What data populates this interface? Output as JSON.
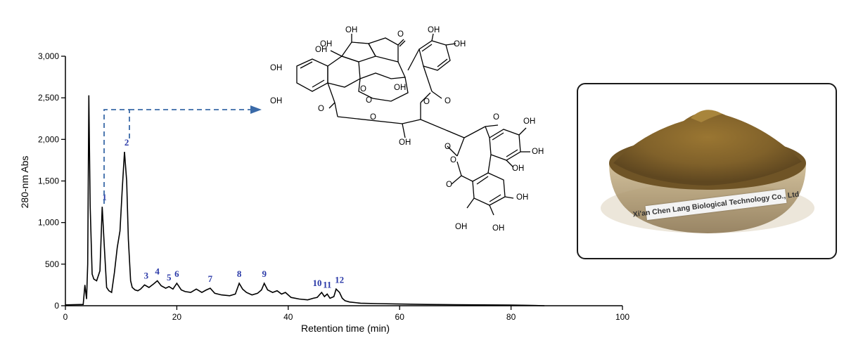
{
  "chart_data": {
    "type": "line",
    "title": "",
    "xlabel": "Retention time (min)",
    "ylabel": "280-nm Abs",
    "xlim": [
      0,
      100
    ],
    "ylim": [
      0,
      3000
    ],
    "xticks": [
      "0",
      "20",
      "40",
      "60",
      "80",
      "100"
    ],
    "yticks": [
      "0",
      "500",
      "1,000",
      "1,500",
      "2,000",
      "2,500",
      "3,000"
    ],
    "grid": false,
    "series": [
      {
        "x": [
          0,
          3.2,
          3.5,
          3.8,
          4.0,
          4.2,
          4.45,
          4.8,
          5.1,
          5.6,
          6.2,
          6.6,
          7.0,
          7.4,
          7.8,
          8.3,
          8.8,
          9.3,
          9.8,
          10.2,
          10.6,
          11.0,
          11.3,
          11.7,
          12.0,
          12.5,
          13.0,
          13.5,
          14.2,
          15.0,
          15.8,
          16.5,
          17.2,
          18.0,
          18.6,
          19.3,
          20.0,
          20.8,
          21.5,
          22.5,
          23.5,
          24.5,
          25.3,
          26.0,
          26.8,
          28.0,
          29.5,
          30.5,
          31.2,
          31.8,
          32.5,
          33.5,
          34.5,
          35.2,
          35.7,
          36.3,
          37.2,
          38.0,
          38.8,
          39.5,
          40.5,
          42.0,
          43.5,
          44.5,
          45.2,
          46.0,
          46.5,
          47.0,
          47.5,
          48.2,
          48.6,
          49.2,
          49.7,
          50.2,
          51.0,
          53.0,
          56.0,
          60.0,
          65.0,
          70.0,
          75.0,
          80.0,
          83.0,
          86.0
        ],
        "y": [
          10,
          15,
          250,
          80,
          500,
          2530,
          1200,
          380,
          320,
          300,
          420,
          1190,
          700,
          220,
          180,
          160,
          400,
          700,
          900,
          1400,
          1850,
          1500,
          800,
          300,
          220,
          190,
          180,
          200,
          250,
          220,
          260,
          300,
          240,
          210,
          230,
          200,
          270,
          190,
          170,
          160,
          200,
          160,
          190,
          210,
          150,
          130,
          120,
          140,
          270,
          200,
          160,
          130,
          150,
          190,
          270,
          190,
          160,
          180,
          140,
          160,
          100,
          80,
          70,
          90,
          100,
          160,
          110,
          140,
          90,
          110,
          200,
          160,
          90,
          60,
          45,
          30,
          25,
          20,
          15,
          12,
          10,
          8,
          5,
          0
        ]
      }
    ],
    "annotations": {
      "peaks": [
        {
          "label": "1",
          "x": 7.0,
          "y": 1190
        },
        {
          "label": "2",
          "x": 11.0,
          "y": 1850
        },
        {
          "label": "3",
          "x": 14.5,
          "y": 250
        },
        {
          "label": "4",
          "x": 16.5,
          "y": 300
        },
        {
          "label": "5",
          "x": 18.6,
          "y": 230
        },
        {
          "label": "6",
          "x": 20.0,
          "y": 270
        },
        {
          "label": "7",
          "x": 26.0,
          "y": 210
        },
        {
          "label": "8",
          "x": 31.2,
          "y": 270
        },
        {
          "label": "9",
          "x": 35.7,
          "y": 270
        },
        {
          "label": "10",
          "x": 45.2,
          "y": 160
        },
        {
          "label": "11",
          "x": 47.0,
          "y": 140
        },
        {
          "label": "12",
          "x": 49.2,
          "y": 200
        }
      ]
    }
  },
  "molecule": {
    "hydroxyl_label": "OH",
    "oxygen_label": "O"
  },
  "photo": {
    "label_text": "Xi'an Chen Lang Biological Technology Co., Ltd",
    "powder_color": "#8a6a2c",
    "accent_color": "#2b3aa8"
  }
}
